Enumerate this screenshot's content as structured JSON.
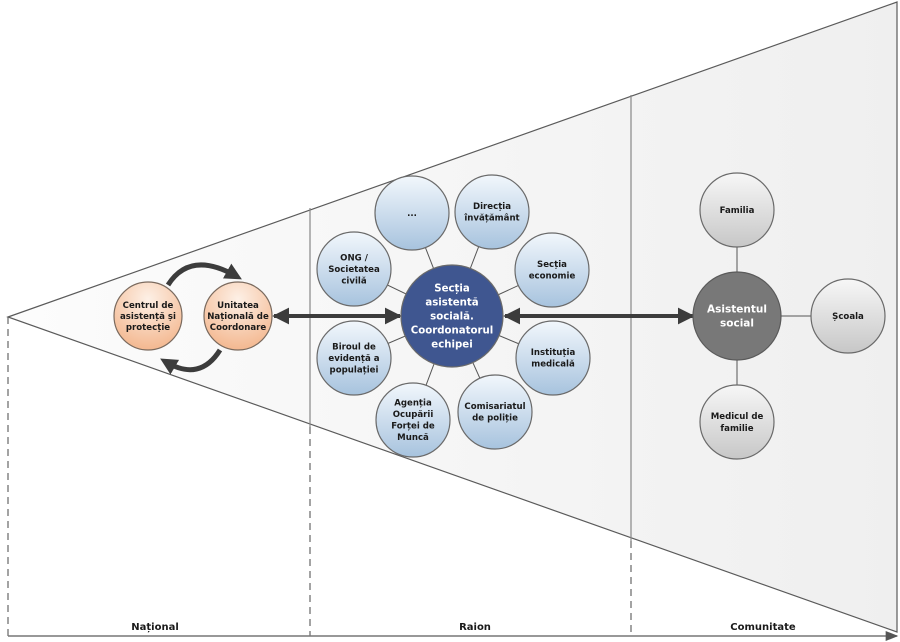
{
  "zones": [
    {
      "id": "national",
      "label": "Național"
    },
    {
      "id": "raion",
      "label": "Raion"
    },
    {
      "id": "comunitate",
      "label": "Comunitate"
    }
  ],
  "national": {
    "nodes": [
      {
        "id": "centrul",
        "lines": [
          "Centrul de",
          "asistență și",
          "protecție"
        ]
      },
      {
        "id": "unitatea",
        "lines": [
          "Unitatea",
          "Națională de",
          "Coordonare"
        ]
      }
    ]
  },
  "raion": {
    "center": {
      "lines": [
        "Secția",
        "asistentă",
        "socială.",
        "Coordonatorul",
        "echipei"
      ]
    },
    "satellites": [
      {
        "id": "ellipsis",
        "lines": [
          "..."
        ]
      },
      {
        "id": "directia",
        "lines": [
          "Direcția",
          "învățământ"
        ]
      },
      {
        "id": "sectia-economie",
        "lines": [
          "Secția",
          "economie"
        ]
      },
      {
        "id": "institutia-medicala",
        "lines": [
          "Instituția",
          "medicală"
        ]
      },
      {
        "id": "comisariatul",
        "lines": [
          "Comisariatul",
          "de poliție"
        ]
      },
      {
        "id": "agentia",
        "lines": [
          "Agenția",
          "Ocupării",
          "Forței de",
          "Muncă"
        ]
      },
      {
        "id": "biroul",
        "lines": [
          "Biroul de",
          "evidență a",
          "populației"
        ]
      },
      {
        "id": "ong",
        "lines": [
          "ONG /",
          "Societatea",
          "civilă"
        ]
      }
    ]
  },
  "comunitate": {
    "center": {
      "lines": [
        "Asistentul",
        "social"
      ]
    },
    "satellites": [
      {
        "id": "familia",
        "lines": [
          "Familia"
        ]
      },
      {
        "id": "scoala",
        "lines": [
          "Școala"
        ]
      },
      {
        "id": "medicul",
        "lines": [
          "Medicul de",
          "familie"
        ]
      }
    ]
  },
  "colors": {
    "orange_top": "#fdf0e6",
    "orange_bottom": "#f3b48a",
    "blue_top": "#f2f7fc",
    "blue_bottom": "#a7c3de",
    "center_blue": "#3f5690",
    "gray_top": "#f7f7f7",
    "gray_bottom": "#c7c7c7",
    "center_gray": "#787878",
    "zone_fill": "#f3f3f3",
    "line": "#5a5a5a",
    "arrow": "#3c3c3c"
  }
}
